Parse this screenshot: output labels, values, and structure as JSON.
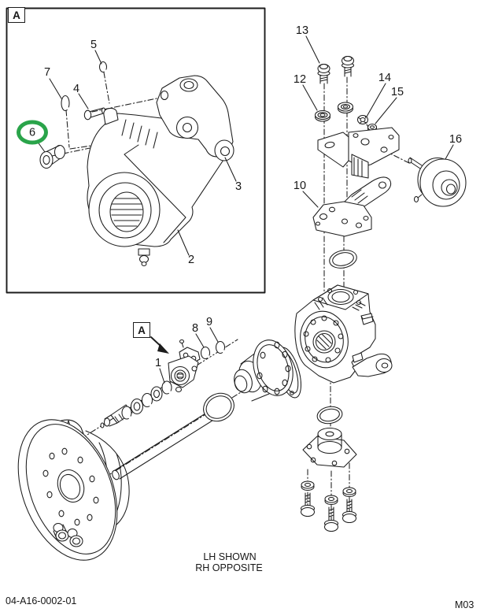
{
  "diagram": {
    "detail_box_label": "A",
    "detail_pointer_label": "A",
    "callouts": {
      "c1": "1",
      "c2": "2",
      "c3": "3",
      "c4": "4",
      "c5": "5",
      "c6": "6",
      "c7": "7",
      "c8": "8",
      "c9": "9",
      "c10": "10",
      "c12": "12",
      "c13": "13",
      "c14": "14",
      "c15": "15",
      "c16": "16"
    },
    "highlighted_callout": "c6",
    "note_line1": "LH SHOWN",
    "note_line2": "RH OPPOSITE"
  },
  "footer": {
    "doc_number": "04-A16-0002-01",
    "page_code": "M03"
  },
  "colors": {
    "line": "#1c1c1c",
    "highlight_ring": "#2aa44a",
    "background": "#ffffff"
  }
}
